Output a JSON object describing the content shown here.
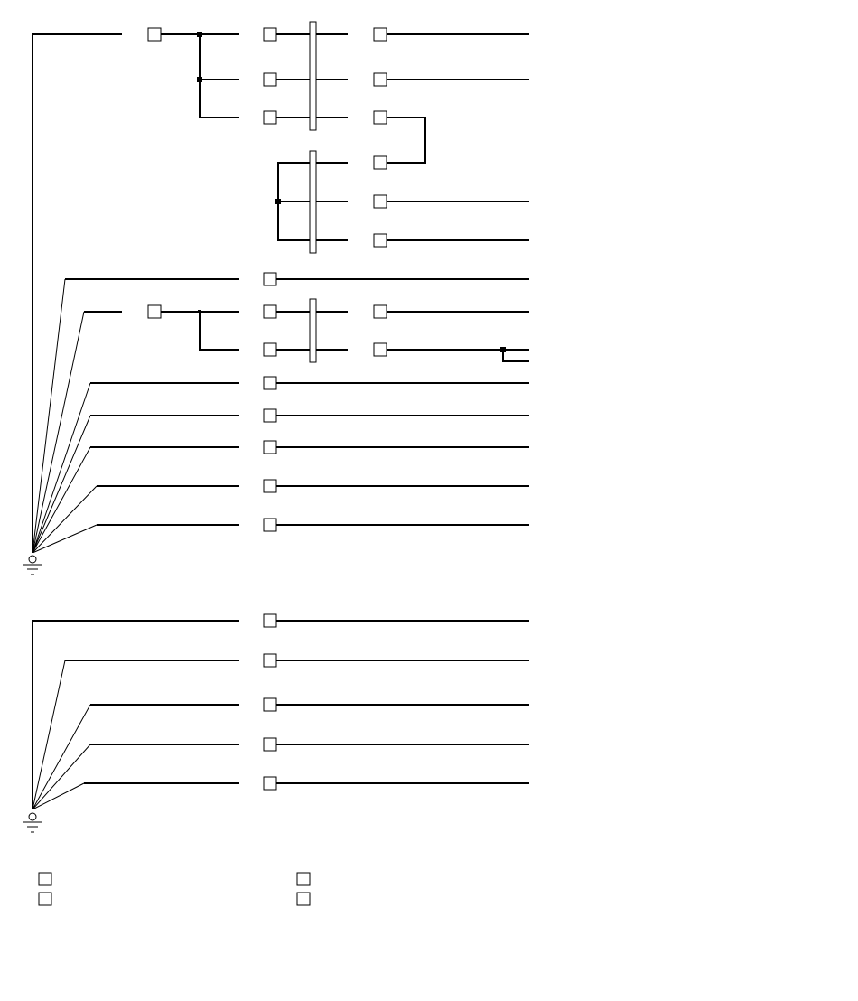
{
  "diagram": {
    "type": "wiring-harness-schematic",
    "line_color": "#000000",
    "background": "#ffffff",
    "ground_symbols": 2,
    "connectors": 3,
    "legend_entries": 4,
    "labels": []
  }
}
